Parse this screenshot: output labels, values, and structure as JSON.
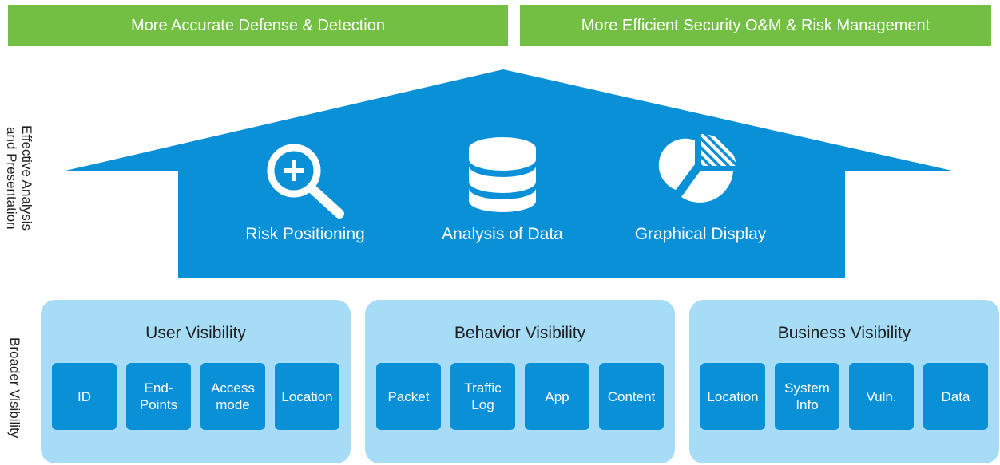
{
  "colors": {
    "green": "#72bf44",
    "blue": "#0a90d6",
    "light_blue": "#a6dcf6",
    "dark_text": "#1f1f1f"
  },
  "banners": {
    "left": "More Accurate Defense & Detection",
    "right": "More Efficient Security O&M & Risk Management"
  },
  "side_labels": {
    "analysis_line1": "Effective Analysis",
    "analysis_line2": "and Presentation",
    "broader": "Broader Visibility"
  },
  "features": [
    {
      "label": "Risk Positioning",
      "icon": "magnifier-plus-icon"
    },
    {
      "label": "Analysis of Data",
      "icon": "database-icon"
    },
    {
      "label": "Graphical Display",
      "icon": "pie-chart-icon"
    }
  ],
  "panels": [
    {
      "title": "User Visibility",
      "items": [
        "ID",
        "End-\nPoints",
        "Access\nmode",
        "Location"
      ]
    },
    {
      "title": "Behavior Visibility",
      "items": [
        "Packet",
        "Traffic\nLog",
        "App",
        "Content"
      ]
    },
    {
      "title": "Business Visibility",
      "items": [
        "Location",
        "System\nInfo",
        "Vuln.",
        "Data"
      ]
    }
  ]
}
